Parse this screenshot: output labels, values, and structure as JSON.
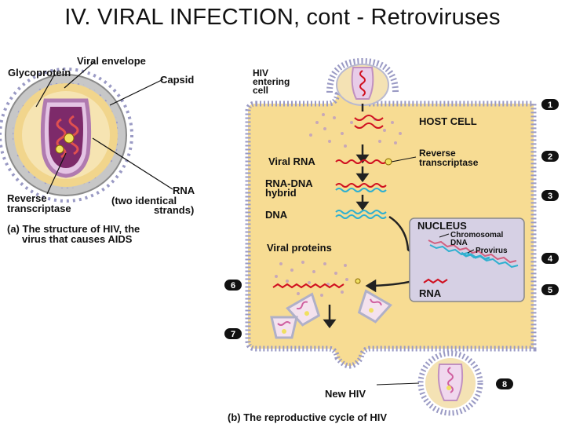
{
  "title": "IV. VIRAL INFECTION, cont - Retroviruses",
  "structure": {
    "viral_envelope": "Viral envelope",
    "glycoprotein": "Glycoprotein",
    "capsid": "Capsid",
    "rna": "RNA",
    "rna_note_1": "(two identical",
    "rna_note_2": "strands)",
    "rt_1": "Reverse",
    "rt_2": "transcriptase",
    "caption_1": "(a) The structure of HIV, the",
    "caption_2": "virus that causes AIDS"
  },
  "cycle": {
    "hiv_entering_1": "HIV",
    "hiv_entering_2": "entering",
    "hiv_entering_3": "cell",
    "host_cell": "HOST CELL",
    "viral_rna": "Viral RNA",
    "rt_1": "Reverse",
    "rt_2": "transcriptase",
    "hybrid_1": "RNA-DNA",
    "hybrid_2": "hybrid",
    "dna": "DNA",
    "nucleus": "NUCLEUS",
    "chromosomal_1": "Chromosomal",
    "chromosomal_2": "DNA",
    "provirus": "Provirus",
    "viral_proteins": "Viral proteins",
    "rna": "RNA",
    "new_hiv": "New HIV",
    "caption": "(b) The reproductive cycle of HIV"
  },
  "steps": [
    "1",
    "2",
    "3",
    "4",
    "5",
    "6",
    "7",
    "8"
  ],
  "colors": {
    "cell_fill": "#f7dc93",
    "membrane": "#8888b8",
    "nucleus_fill": "#d6d0e4",
    "rna_red": "#d01020",
    "dna_cyan": "#30b0d0",
    "capsid_pink": "#d8a8d8",
    "protein_dots": "#c8a8b8"
  }
}
